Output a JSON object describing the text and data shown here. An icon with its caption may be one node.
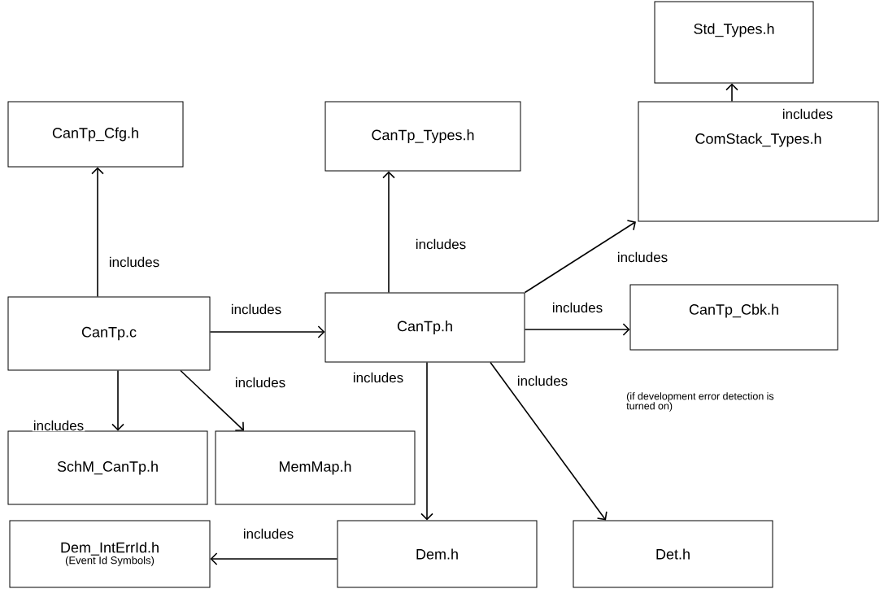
{
  "diagram": {
    "nodes": [
      {
        "text": [
          "Std_Types.h"
        ]
      },
      {
        "text": [
          "CanTp_Cfg.h"
        ]
      },
      {
        "text": [
          "CanTp_Types.h"
        ]
      },
      {
        "text": [
          "ComStack_Types.h"
        ]
      },
      {
        "text": [
          "CanTp.c"
        ]
      },
      {
        "text": [
          "CanTp.h"
        ]
      },
      {
        "text": [
          "CanTp_Cbk.h"
        ]
      },
      {
        "text": [
          "SchM_CanTp.h"
        ]
      },
      {
        "text": [
          "MemMap.h"
        ]
      },
      {
        "text": [
          "Dem_IntErrId.h",
          "(Event Id Symbols)"
        ]
      },
      {
        "text": [
          "Dem.h"
        ]
      },
      {
        "text": [
          "Det.h"
        ]
      }
    ],
    "edges": [
      {
        "from": 4,
        "to": 1,
        "arrow": "to",
        "label": "includes"
      },
      {
        "from": 4,
        "to": 5,
        "arrow": "to",
        "label": "includes"
      },
      {
        "from": 4,
        "to": 7,
        "arrow": "to",
        "label": "includes"
      },
      {
        "from": 4,
        "to": 8,
        "arrow": "to",
        "label": "includes"
      },
      {
        "from": 5,
        "to": 2,
        "arrow": "to",
        "label": "includes"
      },
      {
        "from": 5,
        "to": 3,
        "arrow": "to",
        "label": "includes"
      },
      {
        "from": 5,
        "to": 6,
        "arrow": "to",
        "label": "includes"
      },
      {
        "from": 5,
        "to": 10,
        "arrow": "to",
        "label": "includes"
      },
      {
        "from": 5,
        "to": 11,
        "arrow": "to",
        "label": "includes"
      },
      {
        "from": 10,
        "to": 9,
        "arrow": "to",
        "label": "includes"
      },
      {
        "from": 3,
        "to": 0,
        "arrow": "to",
        "label": "includes"
      }
    ],
    "labels": [
      "(if development error detection is turned on)"
    ]
  }
}
